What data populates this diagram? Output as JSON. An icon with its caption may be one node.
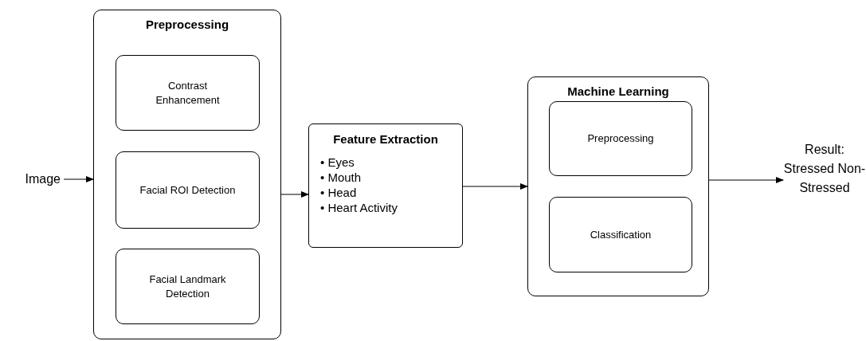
{
  "diagram": {
    "nodes": [
      {
        "text": [
          "Image"
        ]
      },
      {
        "text": [
          "Preprocessing"
        ]
      },
      {
        "text": [
          "Contrast Enhancement"
        ],
        "in": 1
      },
      {
        "text": [
          "Facial ROI Detection"
        ],
        "in": 1
      },
      {
        "text": [
          "Facial Landmark Detection"
        ],
        "in": 1
      },
      {
        "text": [
          "Feature Extraction",
          "• Eyes",
          "• Mouth",
          "• Head",
          "• Heart Activity"
        ]
      },
      {
        "text": [
          "Machine Learning"
        ]
      },
      {
        "text": [
          "Preprocessing"
        ],
        "in": 6
      },
      {
        "text": [
          "Classification"
        ],
        "in": 6
      },
      {
        "text": [
          "Result: Stressed Non-Stressed"
        ]
      }
    ],
    "edges": [
      {
        "from": 0,
        "to": 1,
        "arrow": "to"
      },
      {
        "from": 1,
        "to": 5,
        "arrow": "to"
      },
      {
        "from": 5,
        "to": 6,
        "arrow": "to"
      },
      {
        "from": 6,
        "to": 9,
        "arrow": "to"
      }
    ]
  }
}
